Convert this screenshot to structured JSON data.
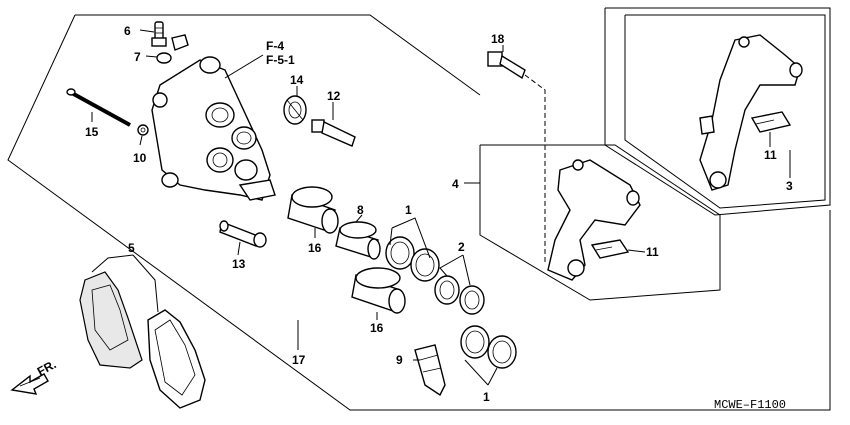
{
  "diagram": {
    "figure_code": "MCWE–F1100",
    "direction_label": "FR.",
    "references": [
      "F-4",
      "F-5-1"
    ],
    "part_labels": {
      "p1_top": "1",
      "p1_bottom": "1",
      "p2": "2",
      "p3": "3",
      "p4": "4",
      "p5": "5",
      "p6": "6",
      "p7": "7",
      "p8": "8",
      "p9": "9",
      "p10": "10",
      "p11_top": "11",
      "p11_mid": "11",
      "p12": "12",
      "p13": "13",
      "p14": "14",
      "p15": "15",
      "p16_top": "16",
      "p16_bottom": "16",
      "p17": "17",
      "p18": "18"
    }
  }
}
